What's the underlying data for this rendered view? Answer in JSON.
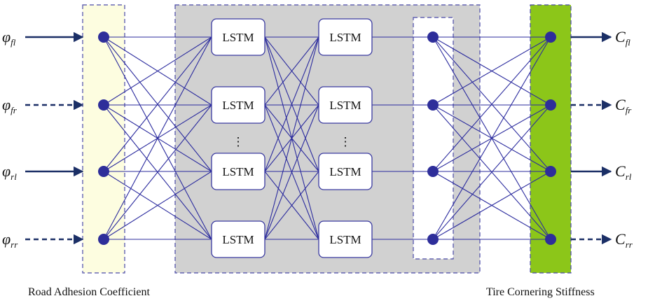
{
  "inputs": [
    {
      "base": "φ",
      "sub": "fl",
      "line": "solid"
    },
    {
      "base": "φ",
      "sub": "fr",
      "line": "dashed"
    },
    {
      "base": "φ",
      "sub": "rl",
      "line": "solid"
    },
    {
      "base": "φ",
      "sub": "rr",
      "line": "dashed"
    }
  ],
  "outputs": [
    {
      "base": "C",
      "sub": "fl",
      "line": "solid"
    },
    {
      "base": "C",
      "sub": "fr",
      "line": "dashed"
    },
    {
      "base": "C",
      "sub": "rl",
      "line": "solid"
    },
    {
      "base": "C",
      "sub": "rr",
      "line": "dashed"
    }
  ],
  "lstm_label": "LSTM",
  "ellipsis": "⋮",
  "captions": {
    "input_layer": "Road Adhesion Coefficient",
    "output_layer": "Tire Cornering Stiffness"
  },
  "colors": {
    "node": "#2e2e9a",
    "edge": "#2b2b9e",
    "arrow": "#1b2f66",
    "input_panel": "#fdfde0",
    "hidden_panel": "#d1d1d1",
    "output_panel": "#8cc619",
    "dash_border": "#4a4aa8"
  }
}
